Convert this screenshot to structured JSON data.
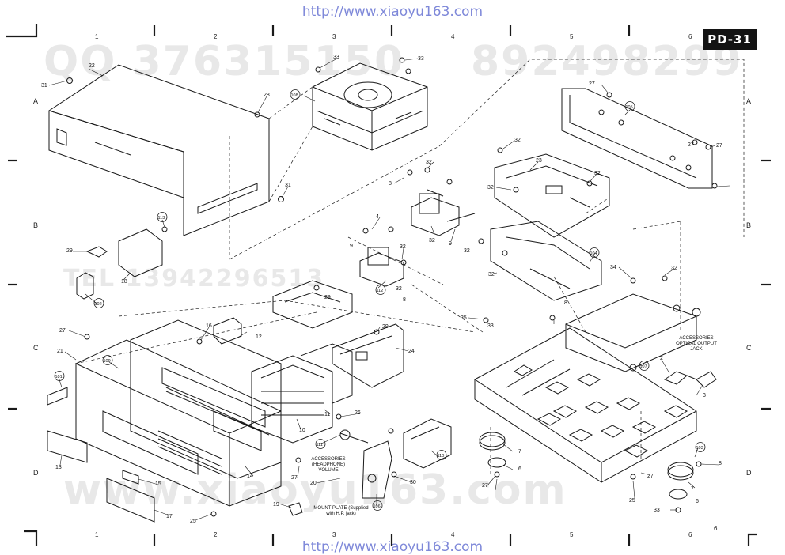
{
  "header": {
    "url_top": "http://www.xiaoyu163.com",
    "url_bottom": "http://www.xiaoyu163.com",
    "model": "PD-31"
  },
  "watermarks": {
    "qq": "QQ 376315150",
    "number": "892498299",
    "tel": "TEL 13942296513",
    "site": "www.xiaoyu163.com"
  },
  "grid": {
    "columns": [
      "1",
      "2",
      "3",
      "4",
      "5",
      "6"
    ],
    "rows": [
      "A",
      "B",
      "C",
      "D"
    ]
  },
  "notes": {
    "optical_jack": "ACCESSORIES OPTICAL OUTPUT JACK",
    "headphone": "ACCESSORIES (HEADPHONE) VOLUME",
    "mount_plate": "MOUNT PLATE (Supplied with H.P. jack)"
  },
  "callouts": [
    "31",
    "22",
    "28",
    "31",
    "33",
    "33",
    "108",
    "27",
    "105",
    "27",
    "27",
    "32",
    "23",
    "32",
    "32",
    "32",
    "8",
    "32",
    "9",
    "113",
    "29",
    "18",
    "102",
    "9",
    "4",
    "32",
    "32",
    "32",
    "112",
    "8",
    "32",
    "104",
    "34",
    "32",
    "16",
    "12",
    "29",
    "35",
    "27",
    "21",
    "109",
    "29",
    "24",
    "8",
    "2",
    "101",
    "107",
    "3",
    "11",
    "26",
    "10",
    "111",
    "25",
    "110",
    "7",
    "6",
    "13",
    "15",
    "14",
    "27",
    "20",
    "19",
    "30",
    "106",
    "17",
    "25",
    "27",
    "103",
    "8",
    "27",
    "7",
    "6",
    "33",
    "33"
  ],
  "marks": {
    "corner_bottom": "6",
    "edge_label": "8"
  }
}
